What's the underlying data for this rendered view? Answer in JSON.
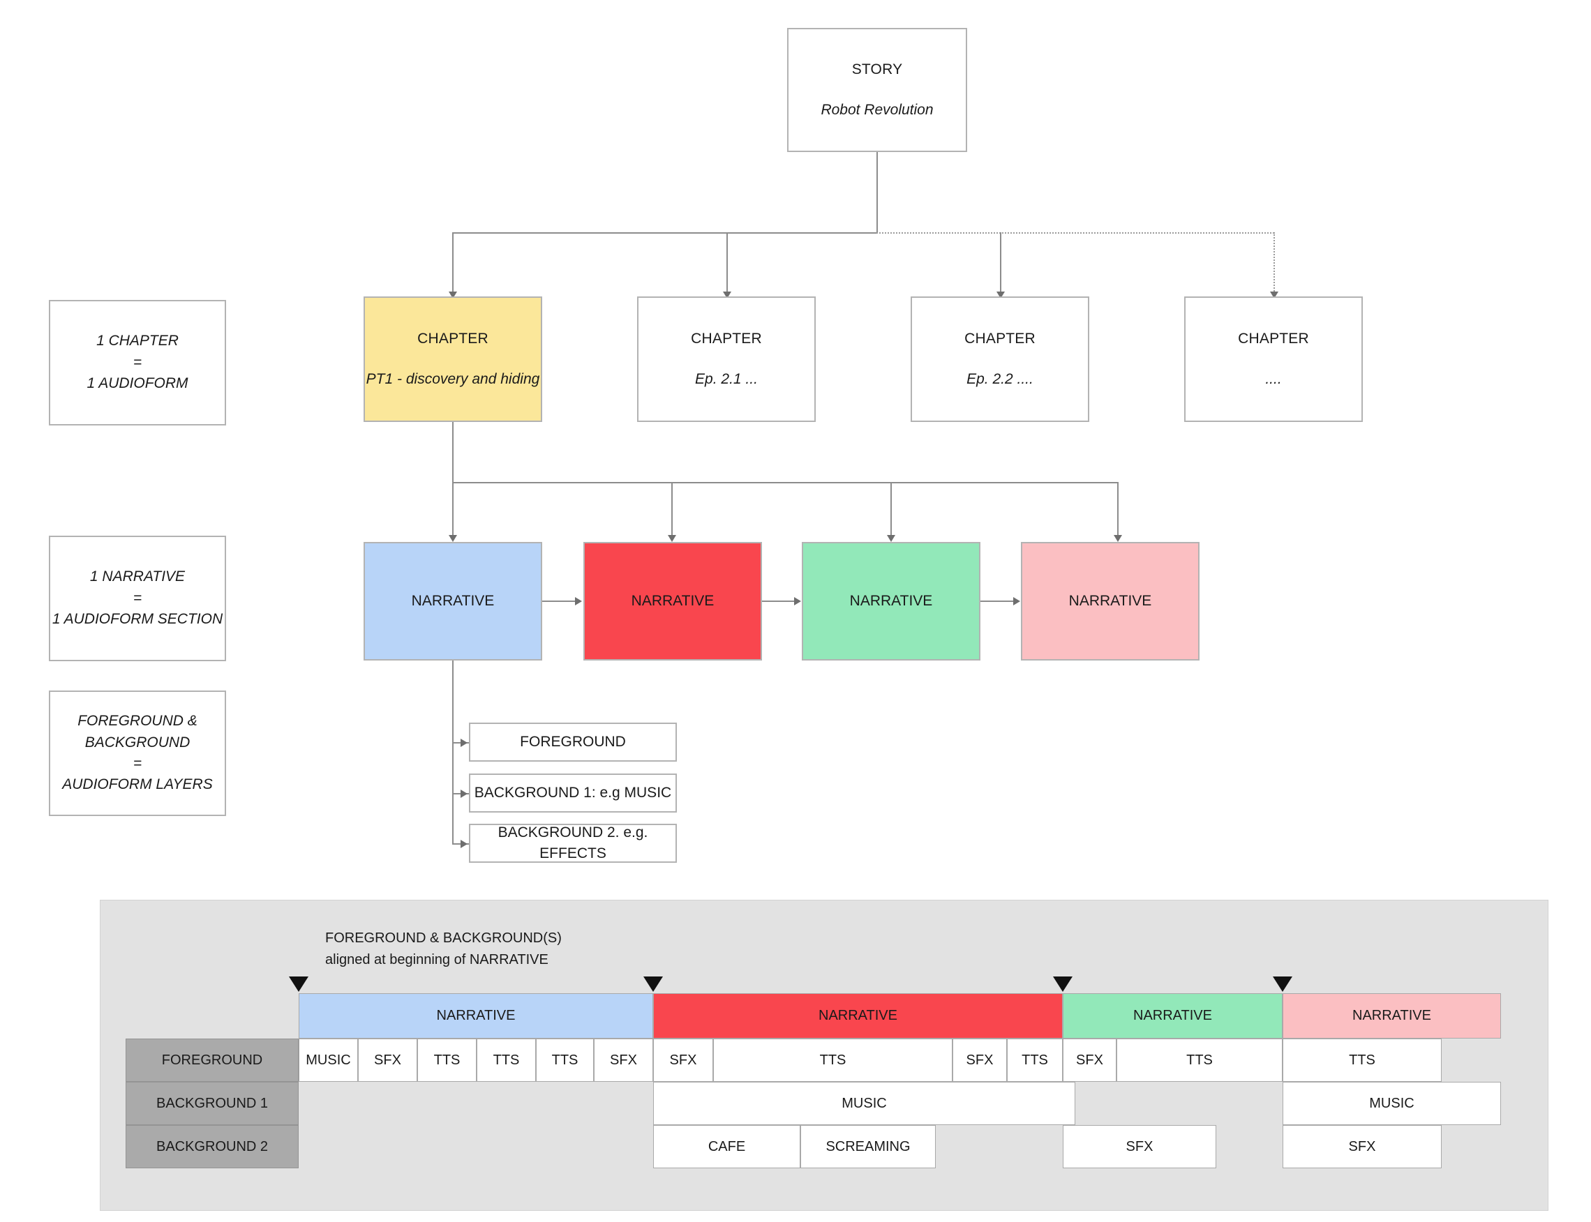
{
  "story": {
    "title": "STORY",
    "subtitle": "Robot Revolution"
  },
  "legend": [
    {
      "id": "chapter-legend",
      "line1": "1 CHAPTER",
      "line2": "=",
      "line3": "1 AUDIOFORM"
    },
    {
      "id": "narrative-legend",
      "line1": "1 NARRATIVE",
      "line2": "=",
      "line3": "1 AUDIOFORM SECTION"
    },
    {
      "id": "layers-legend",
      "line1": "FOREGROUND &",
      "line2": "BACKGROUND",
      "line3": "=",
      "line4": "AUDIOFORM LAYERS"
    }
  ],
  "chapters": [
    {
      "title": "CHAPTER",
      "subtitle": "PT1 - discovery and hiding",
      "color": "#fbe79a",
      "highlighted": true
    },
    {
      "title": "CHAPTER",
      "subtitle": "Ep. 2.1 ...",
      "color": "#ffffff",
      "highlighted": false
    },
    {
      "title": "CHAPTER",
      "subtitle": "Ep. 2.2 ....",
      "color": "#ffffff",
      "highlighted": false
    },
    {
      "title": "CHAPTER",
      "subtitle": "....",
      "color": "#ffffff",
      "highlighted": false
    }
  ],
  "narratives": [
    {
      "label": "NARRATIVE",
      "color": "#b8d4f8"
    },
    {
      "label": "NARRATIVE",
      "color": "#f9464e"
    },
    {
      "label": "NARRATIVE",
      "color": "#92e8b9"
    },
    {
      "label": "NARRATIVE",
      "color": "#fbbfc2"
    }
  ],
  "layers": [
    {
      "label": "FOREGROUND"
    },
    {
      "label": "BACKGROUND 1: e.g MUSIC"
    },
    {
      "label": "BACKGROUND 2. e.g. EFFECTS"
    }
  ],
  "timeline": {
    "note": "FOREGROUND & BACKGROUND(S)\naligned at beginning of NARRATIVE",
    "markers": 4,
    "narrative_track": [
      {
        "label": "NARRATIVE",
        "color": "#b8d4f8",
        "start": 428,
        "end": 936
      },
      {
        "label": "NARRATIVE",
        "color": "#f9464e",
        "start": 936,
        "end": 1523
      },
      {
        "label": "NARRATIVE",
        "color": "#92e8b9",
        "start": 1523,
        "end": 1838
      },
      {
        "label": "NARRATIVE",
        "color": "#fbbfc2",
        "start": 1838,
        "end": 2151
      }
    ],
    "rows": [
      {
        "label": "FOREGROUND",
        "clips": [
          {
            "label": "MUSIC",
            "start": 428,
            "end": 513
          },
          {
            "label": "SFX",
            "start": 513,
            "end": 598
          },
          {
            "label": "TTS",
            "start": 598,
            "end": 683
          },
          {
            "label": "TTS",
            "start": 683,
            "end": 768
          },
          {
            "label": "TTS",
            "start": 768,
            "end": 851
          },
          {
            "label": "SFX",
            "start": 851,
            "end": 936
          },
          {
            "label": "SFX",
            "start": 936,
            "end": 1022
          },
          {
            "label": "TTS",
            "start": 1022,
            "end": 1365
          },
          {
            "label": "SFX",
            "start": 1365,
            "end": 1443
          },
          {
            "label": "TTS",
            "start": 1443,
            "end": 1523
          },
          {
            "label": "SFX",
            "start": 1523,
            "end": 1600
          },
          {
            "label": "TTS",
            "start": 1600,
            "end": 1838
          },
          {
            "label": "TTS",
            "start": 1838,
            "end": 2066
          }
        ]
      },
      {
        "label": "BACKGROUND 1",
        "clips": [
          {
            "label": "MUSIC",
            "start": 936,
            "end": 1541
          },
          {
            "label": "MUSIC",
            "start": 1838,
            "end": 2151
          }
        ]
      },
      {
        "label": "BACKGROUND 2",
        "clips": [
          {
            "label": "CAFE",
            "start": 936,
            "end": 1147
          },
          {
            "label": "SCREAMING",
            "start": 1147,
            "end": 1341
          },
          {
            "label": "SFX",
            "start": 1523,
            "end": 1743
          },
          {
            "label": "SFX",
            "start": 1838,
            "end": 2066
          }
        ]
      }
    ]
  },
  "colors": {
    "panel_bg": "#e2e2e2",
    "row_label_bg": "#aaaaaa",
    "border": "#b3b3b3",
    "connector": "#8c8c8c",
    "chapter_highlight": "#fbe79a"
  }
}
